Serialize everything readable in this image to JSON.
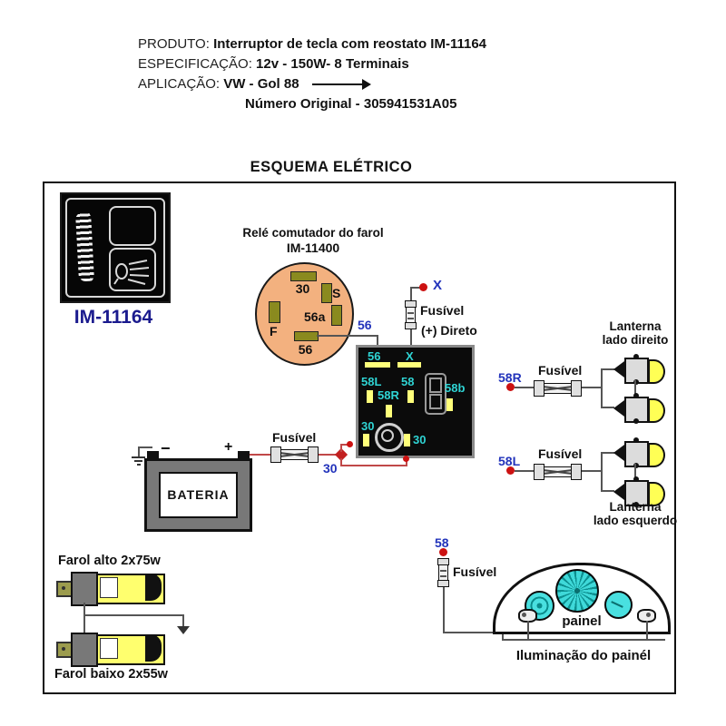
{
  "header": {
    "produto_label": "PRODUTO:",
    "produto_value": "Interruptor de tecla com reostato  IM-11164",
    "especificacao_label": "ESPECIFICAÇÃO:",
    "especificacao_value": "12v - 150W- 8 Terminais",
    "aplicacao_label": "APLICAÇÃO:",
    "aplicacao_value": "VW - Gol 88",
    "numero_original": "Número Original - 305941531A05"
  },
  "title": "ESQUEMA ELÉTRICO",
  "icon_block": {
    "code": "IM-11164"
  },
  "relay": {
    "name": "Relé comutador do farol",
    "code": "IM-11400",
    "t_30": "30",
    "t_s": "S",
    "t_f": "F",
    "t_56a": "56a",
    "t_56": "56"
  },
  "labels": {
    "fusivel": "Fusível",
    "direto": "(+) Direto"
  },
  "wire_labels": {
    "w56": "56",
    "wx": "X",
    "w30": "30",
    "w58r": "58R",
    "w58l": "58L",
    "w58": "58"
  },
  "switchbox": {
    "t56": "56",
    "tx": "X",
    "t58l": "58L",
    "t58": "58",
    "t58r": "58R",
    "t58b": "58b",
    "t30_left": "30",
    "t30_right": "30"
  },
  "battery": {
    "name": "BATERIA",
    "minus": "−",
    "plus": "+"
  },
  "lamps": {
    "right": {
      "line1": "Lanterna",
      "line2": "lado direito"
    },
    "left": {
      "line1": "Lanterna",
      "line2": "lado esquerdo"
    }
  },
  "headlights": {
    "high": "Farol alto 2x75w",
    "low": "Farol baixo 2x55w"
  },
  "panel": {
    "name": "painel",
    "caption": "Iluminação do painél"
  },
  "colors": {
    "relay_fill": "#f3b17f",
    "terminal_olive": "#8a8a1f",
    "switch_cyan": "#2fd4d4",
    "switch_yellow": "#ffff7a",
    "label_blue": "#2233bb",
    "wire_red": "#c04848",
    "dot_red": "#cc1111",
    "code_navy": "#1b1b8e",
    "gauge_cyan": "#49e0e0"
  }
}
